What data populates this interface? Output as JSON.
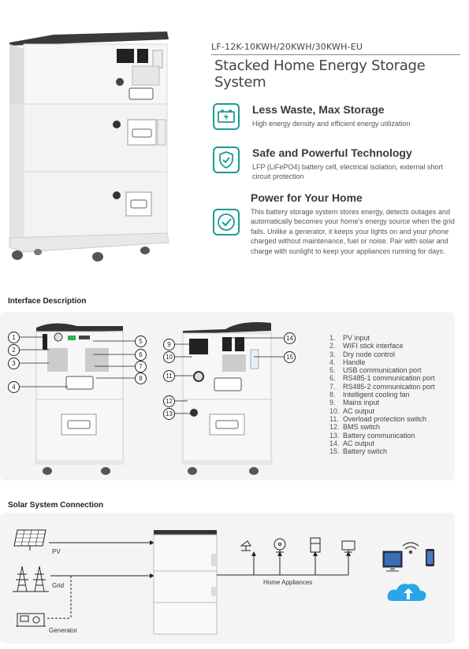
{
  "header": {
    "model": "LF-12K-10KWH/20KWH/30KWH-EU",
    "title": "Stacked Home Energy Storage System"
  },
  "features": [
    {
      "icon": "battery-icon",
      "title": "Less Waste, Max Storage",
      "description": "High energy density and efficient energy utilization"
    },
    {
      "icon": "shield-check-icon",
      "title": "Safe and Powerful Technology",
      "description": "LFP (LiFePO4) battery cell, electrical isolation, external short circuit protection"
    },
    {
      "icon": "checkmark-circle-icon",
      "title": "Power for Your Home",
      "description": "This battery storage system stores energy, detects outages and automatically becomes your home's energy source when the grid fails. Unlike a generator, it keeps your lights on and your phone charged without maintenance, fuel or noise. Pair with solar and charge with sunlight to keep your appliances running for days."
    }
  ],
  "interface": {
    "title": "Interface Description",
    "items": [
      {
        "num": "1.",
        "label": "PV input"
      },
      {
        "num": "2.",
        "label": "WIFI stick interface"
      },
      {
        "num": "3.",
        "label": "Dry node control"
      },
      {
        "num": "4.",
        "label": "Handle"
      },
      {
        "num": "5.",
        "label": "USB communication port"
      },
      {
        "num": "6.",
        "label": "RS485-1 communication port"
      },
      {
        "num": "7.",
        "label": "RS485-2 communication port"
      },
      {
        "num": "8.",
        "label": "Intelligent cooling fan"
      },
      {
        "num": "9.",
        "label": "Mains input"
      },
      {
        "num": "10.",
        "label": "AC output"
      },
      {
        "num": "11.",
        "label": "Overload protection switch"
      },
      {
        "num": "12.",
        "label": "BMS switch"
      },
      {
        "num": "13.",
        "label": "Battery communication"
      },
      {
        "num": "14.",
        "label": "AC output"
      },
      {
        "num": "15.",
        "label": "Battery switch"
      }
    ],
    "front_callouts": [
      "1",
      "2",
      "3",
      "4",
      "5",
      "6",
      "7",
      "8"
    ],
    "back_callouts": [
      "9",
      "10",
      "11",
      "12",
      "13",
      "14",
      "15"
    ]
  },
  "solar": {
    "title": "Solar System Connection",
    "pv_label": "PV",
    "grid_label": "Grid",
    "generator_label": "Generator",
    "appliances_label": "Home Appliances"
  },
  "colors": {
    "accent": "#1b9a94",
    "cloud": "#2aa6e8",
    "panel": "#f4f4f4"
  }
}
